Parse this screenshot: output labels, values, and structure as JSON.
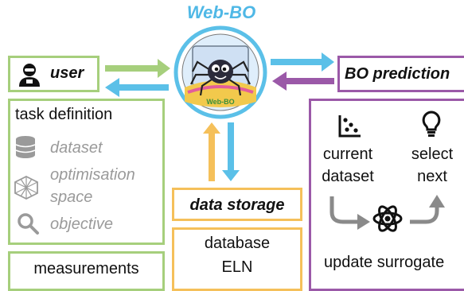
{
  "title": "Web-BO",
  "logo_text": "Web-BO",
  "user": {
    "label": "user"
  },
  "task": {
    "title": "task definition",
    "items": [
      {
        "label": "dataset",
        "icon": "database-icon"
      },
      {
        "label_line1": "optimisation",
        "label_line2": "space",
        "icon": "polyhedron-icon"
      },
      {
        "label": "objective",
        "icon": "magnifier-icon"
      }
    ]
  },
  "measurements": {
    "label": "measurements"
  },
  "storage": {
    "title": "data storage",
    "items": [
      "database",
      "ELN"
    ]
  },
  "bo": {
    "title": "BO prediction",
    "current_line1": "current",
    "current_line2": "dataset",
    "select_line1": "select",
    "select_line2": "next",
    "update": "update surrogate"
  },
  "colors": {
    "green": "#a6cf7c",
    "blue": "#5bc0e8",
    "purple": "#9b59a8",
    "yellow": "#f5c05a",
    "gray_arrow": "#8a8a8a",
    "title_blue": "#4fb8e6"
  }
}
